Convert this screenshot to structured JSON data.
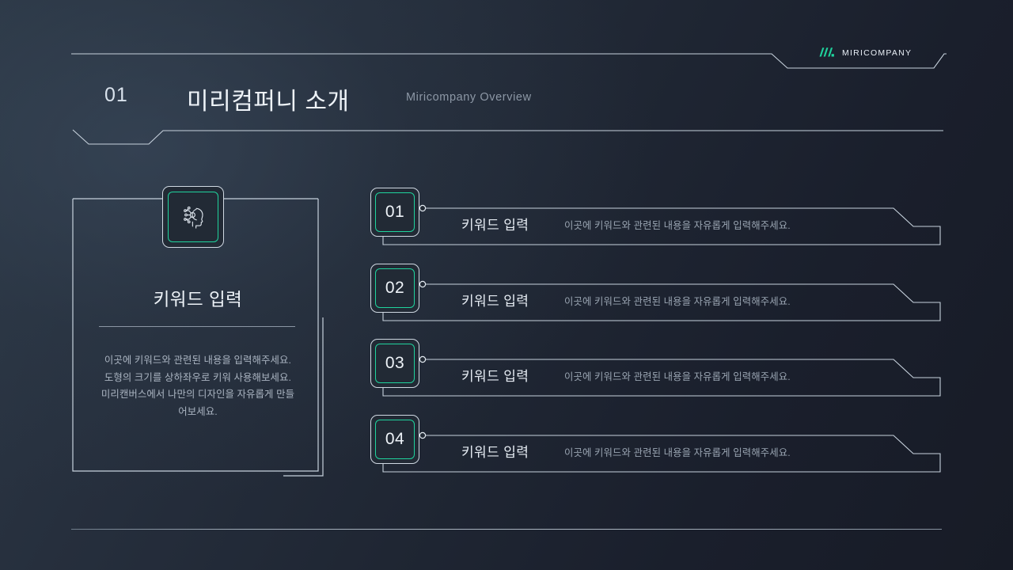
{
  "colors": {
    "accent_teal": "#1fd39d",
    "line": "#c7d2dd",
    "bg_dark": "#171b26",
    "bg_light": "#2d3947",
    "text_primary": "#eef3f8",
    "text_muted": "#99a4b1"
  },
  "header": {
    "section_number": "01",
    "title": "미리컴퍼니 소개",
    "subtitle": "Miricompany Overview",
    "logo_text": "MIRICOMPANY",
    "logo_icon": "miricompany-logo-mark"
  },
  "left_card": {
    "icon": "ai-head-circuit-icon",
    "title": "키워드 입력",
    "body": "이곳에 키워드와 관련된 내용을 입력해주세요. 도형의 크기를 상하좌우로 키워 사용해보세요. 미리캔버스에서 나만의 디자인을 자유롭게 만들어보세요."
  },
  "rows": [
    {
      "number": "01",
      "keyword": "키워드 입력",
      "description": "이곳에 키워드와 관련된 내용을 자유롭게 입력해주세요."
    },
    {
      "number": "02",
      "keyword": "키워드 입력",
      "description": "이곳에 키워드와 관련된 내용을 자유롭게 입력해주세요."
    },
    {
      "number": "03",
      "keyword": "키워드 입력",
      "description": "이곳에 키워드와 관련된 내용을 자유롭게 입력해주세요."
    },
    {
      "number": "04",
      "keyword": "키워드 입력",
      "description": "이곳에 키워드와 관련된 내용을 자유롭게 입력해주세요."
    }
  ]
}
